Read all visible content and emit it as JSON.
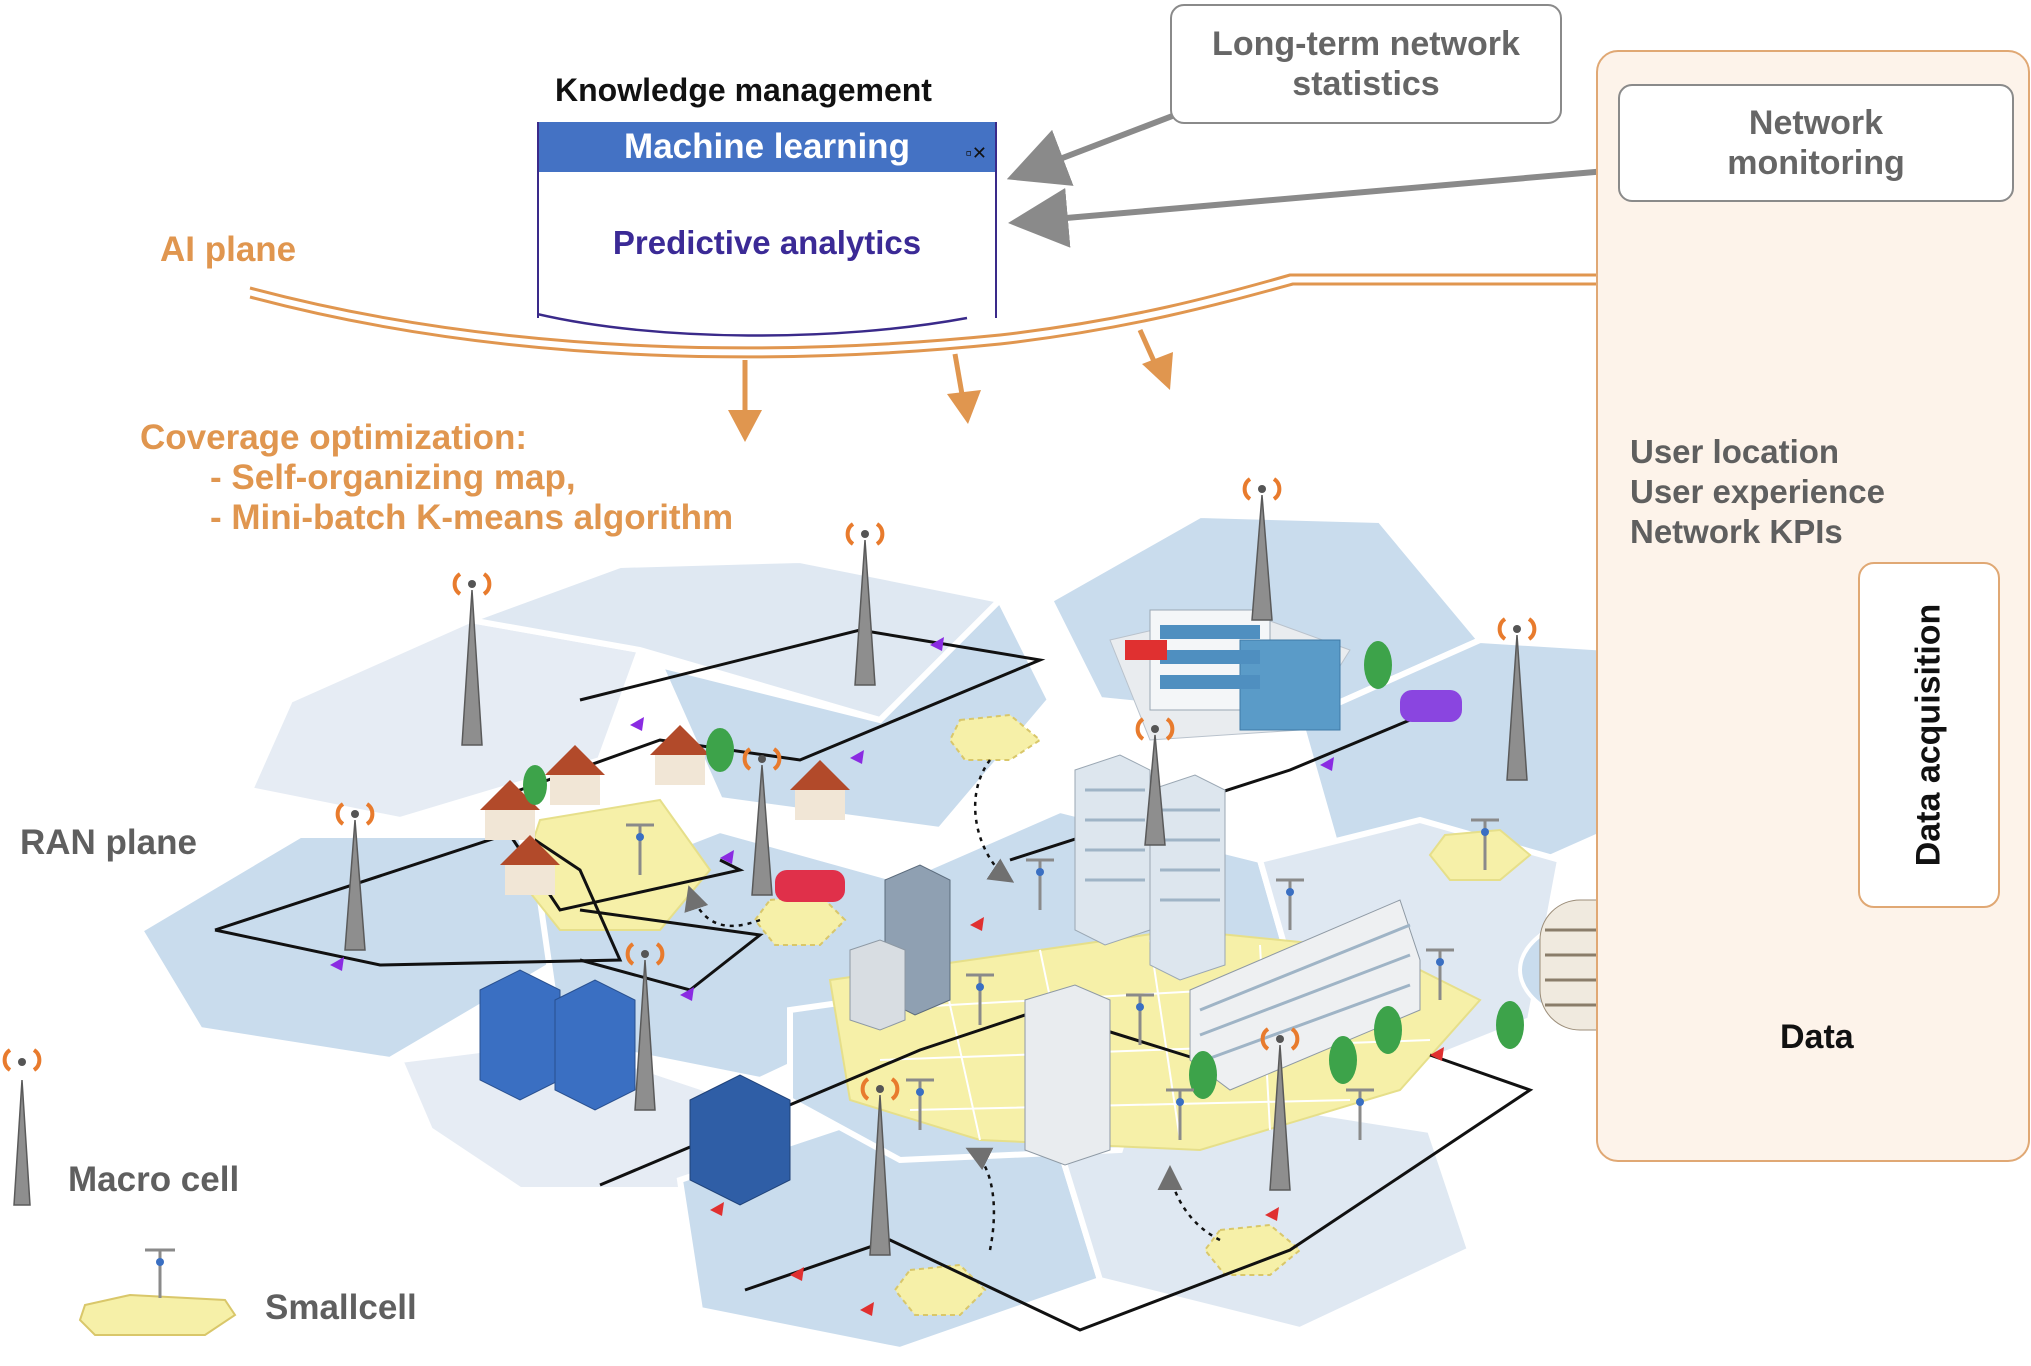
{
  "knowledge_management": {
    "title": "Knowledge management",
    "window_title": "Machine learning",
    "window_controls": "▫✕",
    "content": "Predictive analytics"
  },
  "boxes": {
    "long_term_stats": {
      "line1": "Long-term network",
      "line2": "statistics"
    },
    "network_monitoring": {
      "line1": "Network",
      "line2": "monitoring"
    }
  },
  "ai_plane": {
    "label": "AI plane"
  },
  "coverage": {
    "title": "Coverage optimization:",
    "items": [
      "- Self-organizing map,",
      "- Mini-batch K-means algorithm"
    ]
  },
  "ran_plane": {
    "label": "RAN plane"
  },
  "legend": {
    "macro": "Macro cell",
    "small": "Smallcell"
  },
  "monitoring_items": [
    "User location",
    "User experience",
    "Network KPIs"
  ],
  "data_acquisition": "Data acquisition",
  "data_label": "Data",
  "colors": {
    "orange": "#e0964f",
    "grey_text": "#5f5f5f",
    "ml_bar": "#4472c4",
    "purple_text": "#3b2a96",
    "hex_blue": "#c9dced",
    "hex_light": "#dfe7f1",
    "smallcell": "#f6f0a8",
    "route_arrow_purple": "#8a2be2",
    "route_arrow_red": "#e03030"
  }
}
